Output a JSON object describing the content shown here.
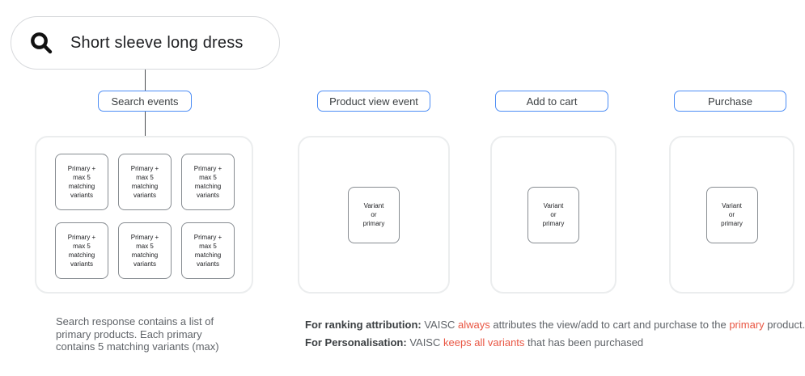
{
  "search_bar": {
    "query": "Short sleeve long dress"
  },
  "columns": [
    {
      "label": "Search events",
      "boxes": [
        "Primary +\nmax 5\nmatching\nvariants",
        "Primary +\nmax 5\nmatching\nvariants",
        "Primary +\nmax 5\nmatching\nvariants",
        "Primary +\nmax 5\nmatching\nvariants",
        "Primary +\nmax 5\nmatching\nvariants",
        "Primary +\nmax 5\nmatching\nvariants"
      ]
    },
    {
      "label": "Product view event",
      "boxes": [
        "Variant\nor\nprimary"
      ]
    },
    {
      "label": "Add to cart",
      "boxes": [
        "Variant\nor\nprimary"
      ]
    },
    {
      "label": "Purchase",
      "boxes": [
        "Variant\nor\nprimary"
      ]
    }
  ],
  "captions": {
    "search_note": "Search response contains a list of\nprimary products. Each primary\ncontains 5 matching variants (max)"
  },
  "notes": {
    "ranking": {
      "segments": [
        {
          "text": "For ranking attribution:",
          "style": "bold"
        },
        {
          "text": " VAISC ",
          "style": "normal"
        },
        {
          "text": "always",
          "style": "red"
        },
        {
          "text": " attributes the view/add to cart and purchase to the ",
          "style": "normal"
        },
        {
          "text": "primary",
          "style": "red"
        },
        {
          "text": " product.",
          "style": "normal"
        }
      ]
    },
    "personalisation": {
      "segments": [
        {
          "text": "For Personalisation:",
          "style": "bold"
        },
        {
          "text": " VAISC ",
          "style": "normal"
        },
        {
          "text": "keeps all variants",
          "style": "red"
        },
        {
          "text": " that has been purchased",
          "style": "normal"
        }
      ]
    }
  },
  "colors": {
    "accent_blue": "#4d8df5",
    "highlight_red": "#e95643",
    "text_gray": "#5f6368",
    "text_dark": "#202124",
    "container_border": "#ebedee",
    "box_border": "#878c91"
  }
}
